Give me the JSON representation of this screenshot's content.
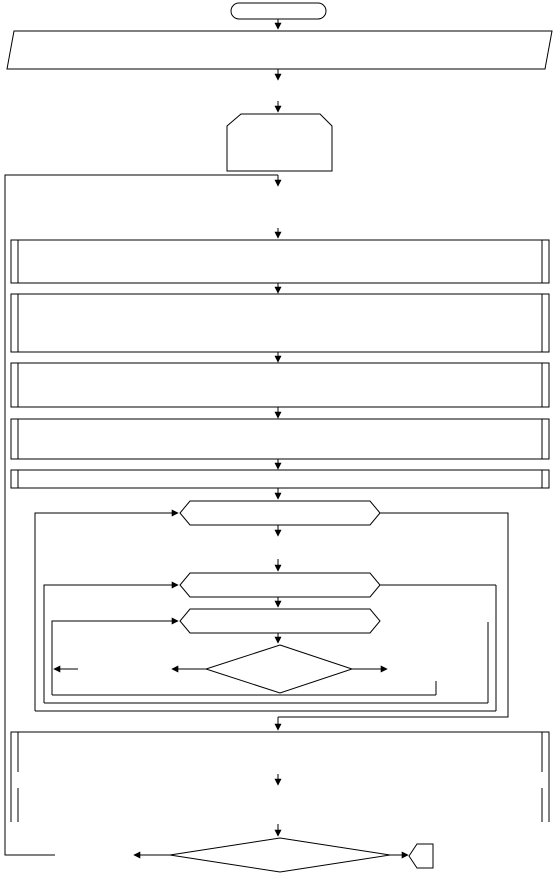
{
  "diagram": {
    "nodes": [
      {
        "id": "start",
        "shape": "terminator",
        "text": ""
      },
      {
        "id": "io-1",
        "shape": "parallelogram",
        "text": ""
      },
      {
        "id": "offpage-1",
        "shape": "octagon-connector",
        "text": ""
      },
      {
        "id": "process-1",
        "shape": "predefined-process",
        "text": ""
      },
      {
        "id": "process-2",
        "shape": "predefined-process",
        "text": ""
      },
      {
        "id": "process-3",
        "shape": "predefined-process",
        "text": ""
      },
      {
        "id": "process-4",
        "shape": "predefined-process",
        "text": ""
      },
      {
        "id": "process-5",
        "shape": "predefined-process",
        "text": ""
      },
      {
        "id": "loop-1",
        "shape": "hexagon",
        "text": ""
      },
      {
        "id": "loop-2",
        "shape": "hexagon",
        "text": ""
      },
      {
        "id": "loop-3",
        "shape": "hexagon",
        "text": ""
      },
      {
        "id": "decision-1",
        "shape": "diamond",
        "text": ""
      },
      {
        "id": "process-6",
        "shape": "predefined-process",
        "text": ""
      },
      {
        "id": "decision-2",
        "shape": "diamond",
        "text": ""
      },
      {
        "id": "end-connector",
        "shape": "pentagon",
        "text": ""
      }
    ]
  }
}
